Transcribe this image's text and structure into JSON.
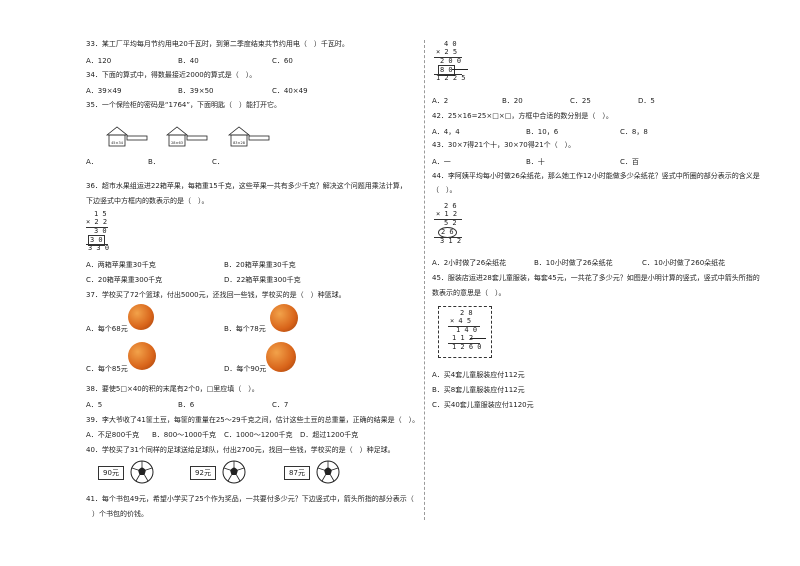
{
  "q33": {
    "text": "33．某工厂平均每月节约用电20千瓦时，到第二季度结束共节约用电（　）千瓦时。",
    "a": "A．120",
    "b": "B．40",
    "c": "C．60"
  },
  "q34": {
    "text": "34．下面的算式中，得数最接近2000的算式是（　）。",
    "a": "A．39×49",
    "b": "B．39×50",
    "c": "C．40×49"
  },
  "q35": {
    "text": "35．一个保险柜的密码是“1764”，下面明匙（　）能打开它。",
    "a": "A．",
    "b": "B．",
    "c": "C．",
    "key_a": "45×34",
    "key_b": "28×63",
    "key_c": "83×28"
  },
  "q36": {
    "line1": "36．超市水果组运进22箱苹果，每箱重15千克，这些苹果一共有多少千克？解决这个问题用乘法计算，",
    "line2": "下边竖式中方框内的数表示的是（　）。",
    "v1": "1 5",
    "v2": "× 2 2",
    "v3": "3 0",
    "v4": "3 0",
    "v5": "3 3 0",
    "a": "A．两箱苹果重30千克",
    "b": "B．20箱苹果重30千克",
    "c": "C．20箱苹果重300千克",
    "d": "D．22箱苹果重300千克"
  },
  "q37": {
    "text": "37．学校买了72个篮球，付出5000元，还找回一些钱，学校买的是（　）种篮球。",
    "a": "A．每个68元",
    "b": "B．每个78元",
    "c": "C．每个85元",
    "d": "D．每个90元"
  },
  "q38": {
    "text": "38．要使5□×40的积的末尾有2个0，□里应填（　）。",
    "a": "A．5",
    "b": "B．6",
    "c": "C．7"
  },
  "q39": {
    "text": "39．李大爷收了41筐土豆，每筐的重量在25～29千克之间，估计这些土豆的总重量，正确的结果是（　）。",
    "a": "A．不足800千克",
    "b": "B．800～1000千克",
    "c": "C．1000～1200千克",
    "d": "D．超过1200千克"
  },
  "q40": {
    "text": "40．学校买了31个同样的足球送给足球队，付出2700元，找回一些钱，学校买的是（　）种足球。",
    "p1": "90元",
    "p2": "92元",
    "p3": "87元"
  },
  "q41": {
    "line1": "41．每个书包49元，希望小学买了25个作为奖品，一共要付多少元？下边竖式中，箭头所指的部分表示（",
    "line2": "）个书包的价钱。"
  },
  "r1": {
    "v1": "4 0",
    "v2": "× 2 5",
    "v3": "2 0 0",
    "v4": "8 0",
    "v5": "1 2 2 5",
    "a": "A．2",
    "b": "B．20",
    "c": "C．25",
    "d": "D．5"
  },
  "q42": {
    "text": "42．25×16=25×□×□，方框中合适的数分别是（　）。",
    "a": "A．4，4",
    "b": "B．10，6",
    "c": "C．8，8"
  },
  "q43": {
    "t1": "43．",
    "t2": "30×7得21个十，",
    "t3": "30×70得21个（　）。",
    "a": "A．一",
    "b": "B．十",
    "c": "C．百"
  },
  "q44": {
    "text": "44．李阿姨平均每小时做26朵纸花，那么她工作12小时能做多少朵纸花？竖式中所圈的部分表示的含义是",
    "text2": "（　）。",
    "v1": "2 6",
    "v2": "× 1 2",
    "v3": "5 2",
    "v4": "2 6",
    "v5": "3 1 2",
    "a": "A．2小时做了26朵纸花",
    "b": "B．10小时做了26朵纸花",
    "c": "C．10小时做了260朵纸花"
  },
  "q45": {
    "line1": "45．服装店运进28套儿童服装，每套45元，一共花了多少元？如图是小明计算的竖式，竖式中箭头所指的",
    "line2": "数表示的意思是（　）。",
    "v1": "2 8",
    "v2": "× 4 5",
    "v3": "1 4 0",
    "v4": "1 1 2",
    "v5": "1 2 6 0",
    "a": "A．买4套儿童服装应付112元",
    "b": "B．买8套儿童服装应付112元",
    "c": "C．买40套儿童服装应付1120元"
  }
}
